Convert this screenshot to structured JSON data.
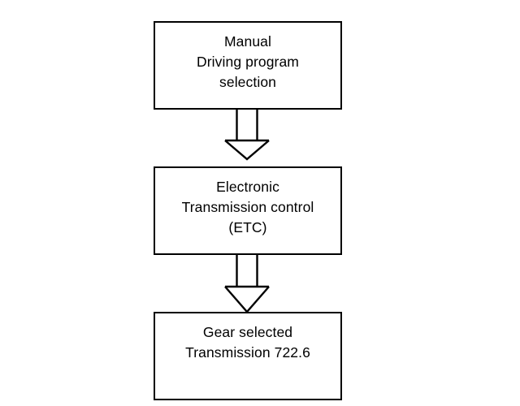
{
  "diagram": {
    "title": "Manual driving program selection to gear selection flow",
    "type": "flowchart",
    "orientation": "vertical",
    "background_color": "#ffffff",
    "stroke_color": "#000000",
    "nodes": [
      {
        "id": "manual-selection",
        "shape": "rectangle",
        "lines": [
          "Manual",
          "Driving program",
          "selection"
        ]
      },
      {
        "id": "etc",
        "shape": "rectangle",
        "lines": [
          "Electronic",
          "Transmission control",
          "(ETC)"
        ]
      },
      {
        "id": "gear-selected",
        "shape": "rectangle",
        "lines": [
          "Gear selected",
          "Transmission 722.6"
        ]
      }
    ],
    "connectors": [
      {
        "id": "manual-to-etc",
        "from": "manual-selection",
        "to": "etc",
        "style": "hollow-block-arrow",
        "direction": "down",
        "label": ""
      },
      {
        "id": "etc-to-gear",
        "from": "etc",
        "to": "gear-selected",
        "style": "hollow-block-arrow",
        "direction": "down",
        "label": ""
      }
    ]
  }
}
